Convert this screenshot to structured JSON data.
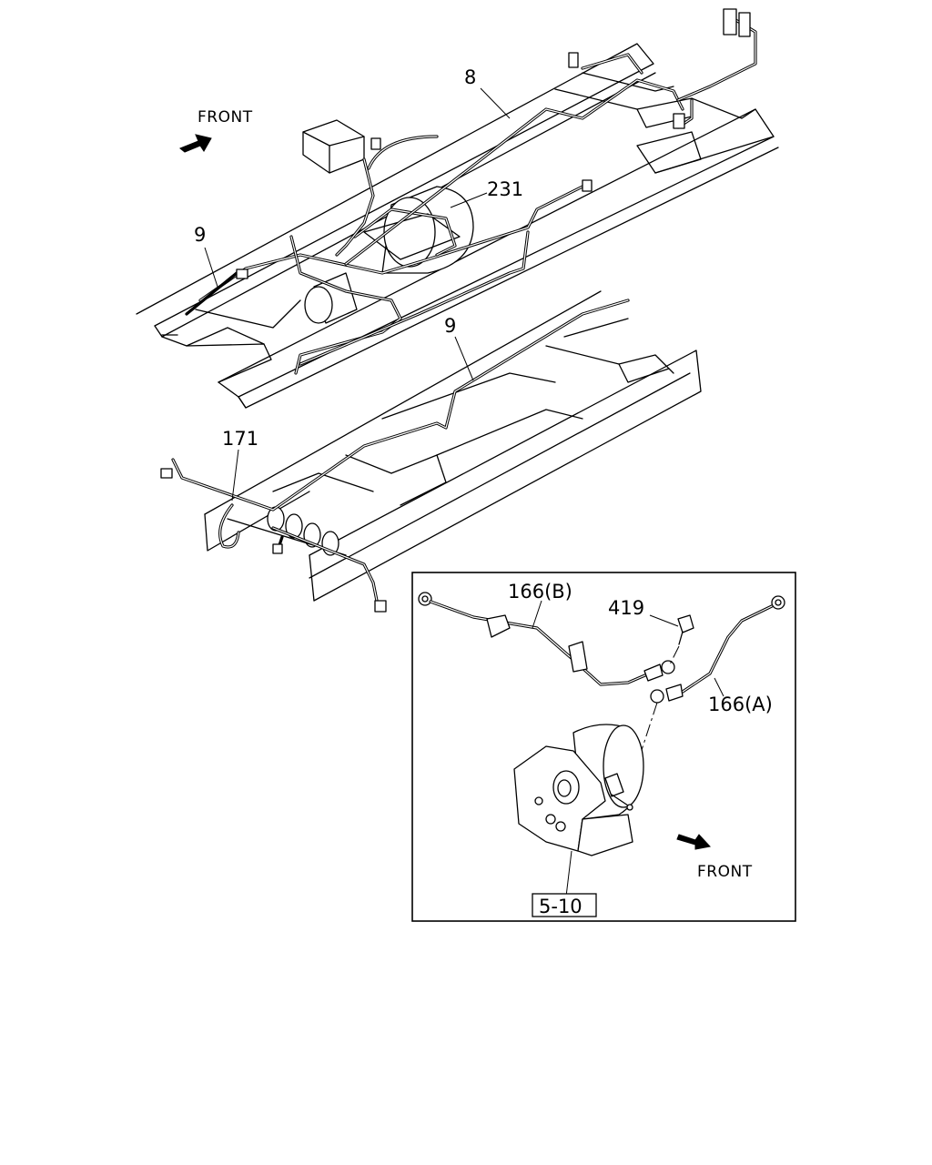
{
  "labels": {
    "front_top": "FRONT",
    "front_inset": "FRONT",
    "part_8": "8",
    "part_231": "231",
    "part_9_a": "9",
    "part_9_b": "9",
    "part_171": "171",
    "part_166b": "166(B)",
    "part_166a": "166(A)",
    "part_419": "419",
    "ref_5_10": "5-10"
  }
}
